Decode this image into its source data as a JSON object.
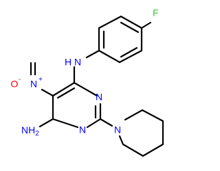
{
  "atoms": {
    "fluorine": "F",
    "nh_linker": "N",
    "nh_linker_h": "H",
    "nitro_n": "N",
    "nitro_charge": "+",
    "nitro_o": "O",
    "nitro_o_charge": "-",
    "ring_n_right": "N",
    "ring_n_bottom": "N",
    "piperidine_n": "N",
    "amine": "NH",
    "amine_sub": "2"
  },
  "colors": {
    "bond": "#000000",
    "nitrogen": "#0000ff",
    "oxygen": "#ff0000",
    "fluorine": "#33cc33"
  }
}
